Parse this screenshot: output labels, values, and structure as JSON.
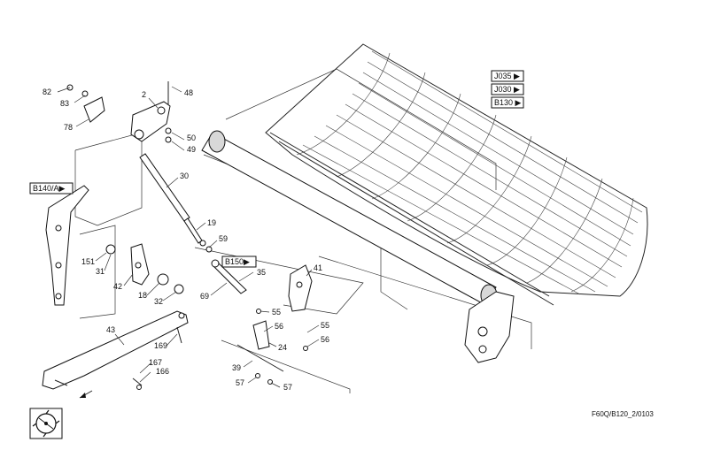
{
  "callouts": [
    "2",
    "48",
    "82",
    "83",
    "78",
    "50",
    "49",
    "30",
    "19",
    "59",
    "151",
    "31",
    "42",
    "18",
    "32",
    "69",
    "35",
    "41",
    "55",
    "56",
    "24",
    "55",
    "56",
    "43",
    "169",
    "167",
    "166",
    "39",
    "57",
    "57"
  ],
  "refs": {
    "j035": "J035",
    "j030": "J030",
    "b130": "B130",
    "b140a": "B140/A",
    "b150": "B150"
  },
  "arrow_glyph": "▶",
  "figure_code": "F60Q/B120_2/0103"
}
